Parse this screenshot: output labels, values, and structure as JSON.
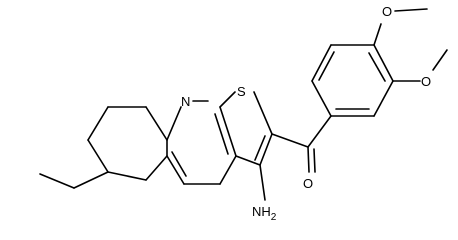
{
  "molecule": {
    "atom_labels": {
      "nitrogen": "N",
      "sulfur": "S",
      "carbonyl_oxygen": "O",
      "amino": "NH",
      "amino_subscript": "2",
      "methoxy_top_oxygen": "O",
      "methoxy_right_oxygen": "O"
    },
    "colors": {
      "bond": "#000000",
      "background": "#ffffff"
    }
  }
}
